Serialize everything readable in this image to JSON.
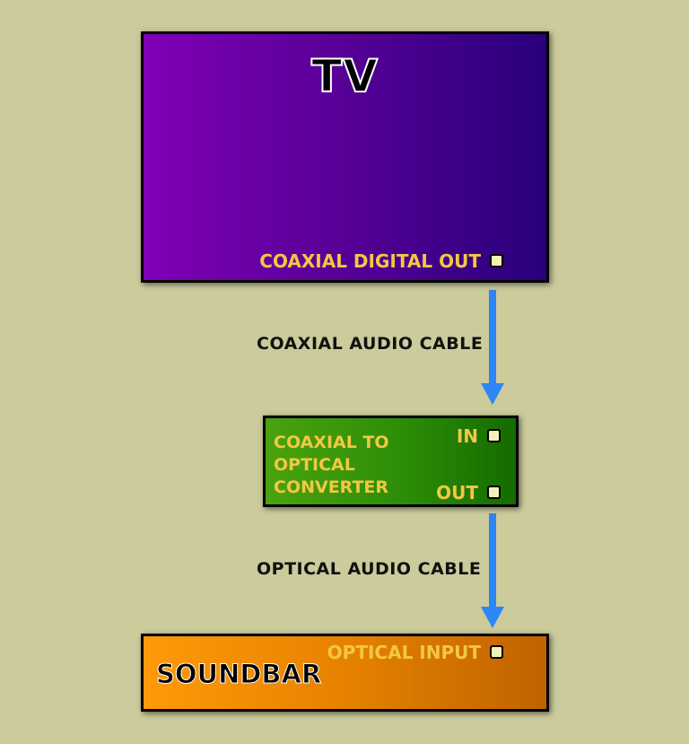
{
  "colors": {
    "background": "#cbcb9c",
    "arrow": "#2d86f5",
    "port_label": "#f3c744"
  },
  "tv": {
    "title": "TV",
    "port_label": "COAXIAL DIGITAL OUT"
  },
  "cables": {
    "coaxial": "COAXIAL AUDIO CABLE",
    "optical": "OPTICAL AUDIO CABLE"
  },
  "converter": {
    "title": "COAXIAL TO OPTICAL CONVERTER",
    "in_label": "IN",
    "out_label": "OUT"
  },
  "soundbar": {
    "title": "SOUNDBAR",
    "port_label": "OPTICAL INPUT"
  }
}
